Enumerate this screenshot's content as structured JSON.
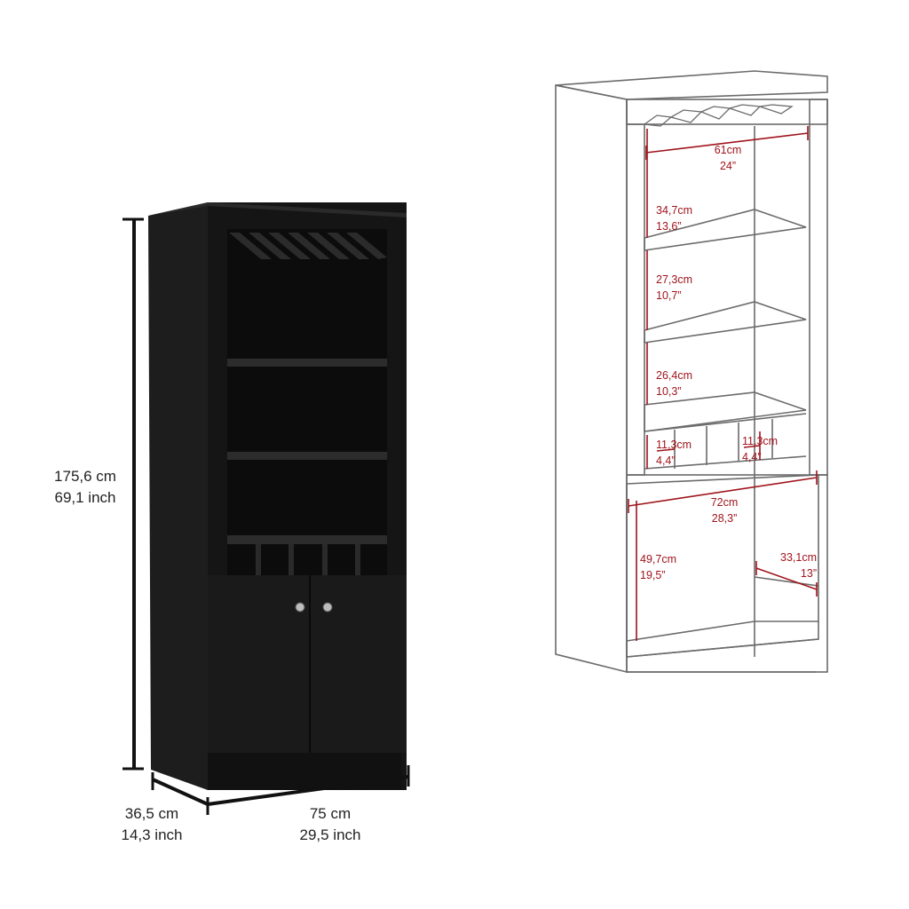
{
  "product_view": {
    "height": {
      "cm": "175,6 cm",
      "inch": "69,1 inch"
    },
    "depth": {
      "cm": "36,5 cm",
      "inch": "14,3 inch"
    },
    "width": {
      "cm": "75 cm",
      "inch": "29,5 inch"
    }
  },
  "line_drawing": {
    "upper_width": {
      "cm": "61cm",
      "inch": "24”"
    },
    "shelf_1": {
      "cm": "34,7cm",
      "inch": "13,6”"
    },
    "shelf_2": {
      "cm": "27,3cm",
      "inch": "10,7”"
    },
    "shelf_3": {
      "cm": "26,4cm",
      "inch": "10,3”"
    },
    "cubby_left": {
      "cm": "11,3cm",
      "inch": "4,4”"
    },
    "cubby_right": {
      "cm": "11,3cm",
      "inch": "4,4”"
    },
    "lower_width": {
      "cm": "72cm",
      "inch": "28,3”"
    },
    "lower_height": {
      "cm": "49,7cm",
      "inch": "19,5”"
    },
    "lower_depth": {
      "cm": "33,1cm",
      "inch": "13”"
    }
  },
  "colors": {
    "cabinet_body": "#1b1b1b",
    "cabinet_face": "#111111",
    "dimension_black": "#111111",
    "dimension_red": "#a0141c",
    "outline": "#6b6b6b"
  }
}
